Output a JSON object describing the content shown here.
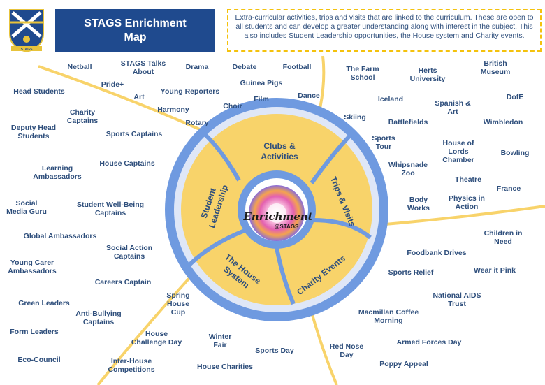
{
  "title": "STAGS Enrichment\nMap",
  "description": "Extra-curricular activities, trips and visits that are linked to the curriculum. These are open to all students and can develop a greater understanding along with interest in the subject. This also includes Student Leadership opportunities, the House system and Charity events.",
  "colors": {
    "navy": "#1f4a8e",
    "gold": "#f8d36a",
    "ring_blue": "#6f9ae0",
    "light_blue": "#dfe7f7",
    "text": "#2f4f7c",
    "accent_yellow": "#f4c20d"
  },
  "crest": {
    "motto": "STAGS"
  },
  "center": {
    "script": "Enrichment",
    "sub": "@STAGS"
  },
  "segments": {
    "clubs": "Clubs &\nActivities",
    "trips": "Trips & Visits",
    "charity": "Charity Events",
    "house": "The House\nSystem",
    "leadership": "Student\nLeadership"
  },
  "clubs_items": [
    "Netball",
    "STAGS Talks\nAbout",
    "Drama",
    "Debate",
    "Football",
    "Pride+",
    "Guinea Pigs",
    "Art",
    "Young Reporters",
    "Dance",
    "Film",
    "Choir",
    "Harmony",
    "Rotary"
  ],
  "trips_items": [
    "The Farm\nSchool",
    "Herts\nUniversity",
    "British\nMuseum",
    "Iceland",
    "Spanish &\nArt",
    "DofE",
    "Skiing",
    "Battlefields",
    "Wimbledon",
    "Sports\nTour",
    "House of\nLords\nChamber",
    "Bowling",
    "Whipsnade\nZoo",
    "Theatre",
    "France",
    "Body\nWorks",
    "Physics in\nAction"
  ],
  "charity_items": [
    "Children in Need",
    "Foodbank Drives",
    "Sports Relief",
    "Wear it Pink",
    "National AIDS\nTrust",
    "Macmillan Coffee\nMorning",
    "Armed Forces Day",
    "Red Nose\nDay",
    "Poppy Appeal"
  ],
  "house_items": [
    "Spring\nHouse\nCup",
    "House\nChallenge Day",
    "Winter\nFair",
    "Sports Day",
    "Inter-House\nCompetitions",
    "House Charities"
  ],
  "leadership_items": [
    "Head Students",
    "Charity\nCaptains",
    "Deputy Head\nStudents",
    "Sports Captains",
    "Learning\nAmbassadors",
    "House Captains",
    "Social\nMedia Guru",
    "Student Well-Being\nCaptains",
    "Global Ambassadors",
    "Social Action\nCaptains",
    "Young Carer\nAmbassadors",
    "Careers Captain",
    "Green Leaders",
    "Anti-Bullying\nCaptains",
    "Form Leaders",
    "Eco-Council"
  ]
}
